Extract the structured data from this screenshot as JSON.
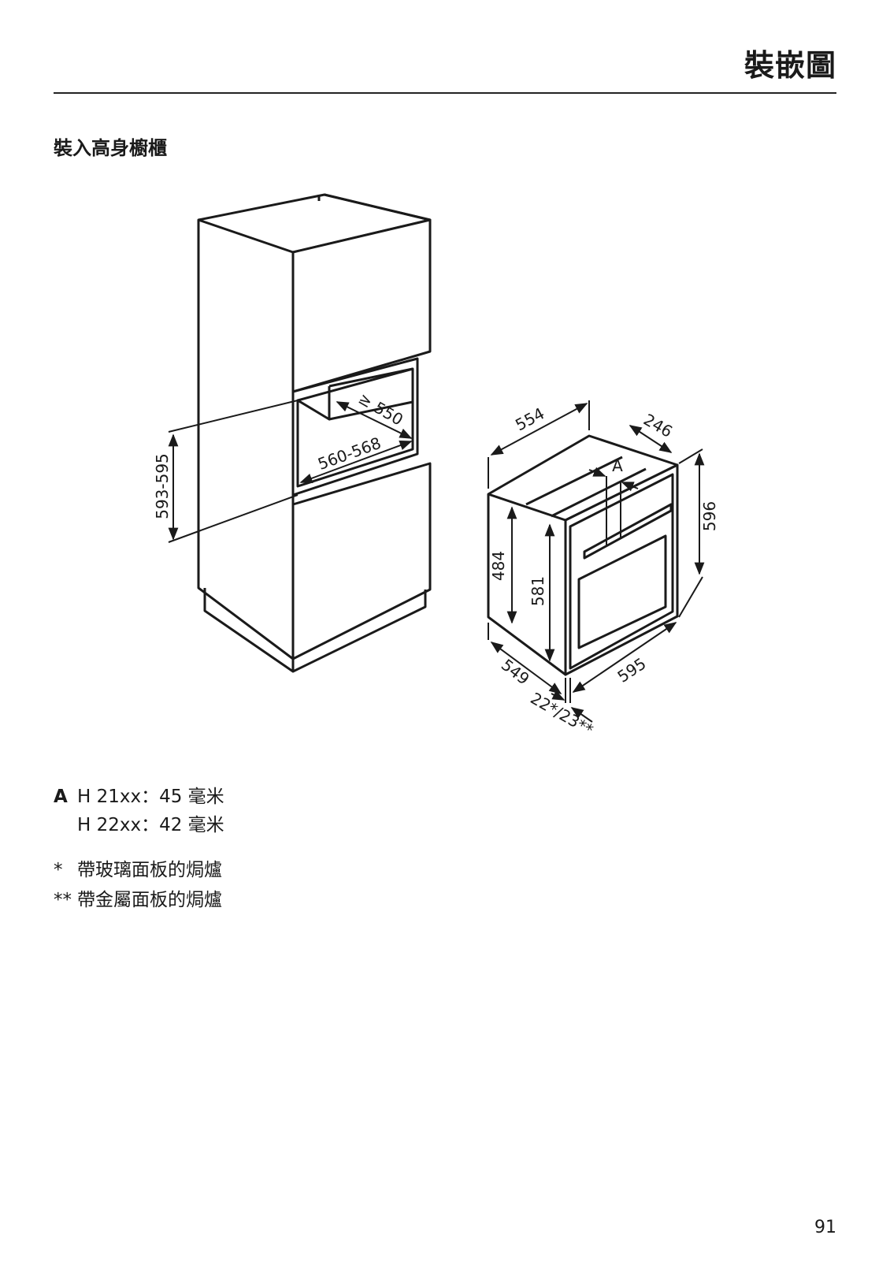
{
  "header": {
    "title": "裝嵌圖"
  },
  "section": {
    "title": "裝入高身櫥櫃"
  },
  "diagram": {
    "dim_niche_height": "593-595",
    "dim_niche_depth": "≥ 550",
    "dim_niche_width": "560-568",
    "dim_top_depth": "554",
    "dim_front_panel": "246",
    "dim_label_a": "A",
    "dim_total_height": "596",
    "dim_body_height": "484",
    "dim_front_height": "581",
    "dim_body_depth": "549",
    "dim_front_width": "595",
    "dim_front_thickness": "22*/23**"
  },
  "legend": {
    "key": "A",
    "line1": "H 21xx：45 毫米",
    "line2": "H 22xx：42 毫米"
  },
  "notes": [
    {
      "mark": "*",
      "text": "帶玻璃面板的焗爐"
    },
    {
      "mark": "**",
      "text": "帶金屬面板的焗爐"
    }
  ],
  "footer": {
    "page_number": "91"
  }
}
